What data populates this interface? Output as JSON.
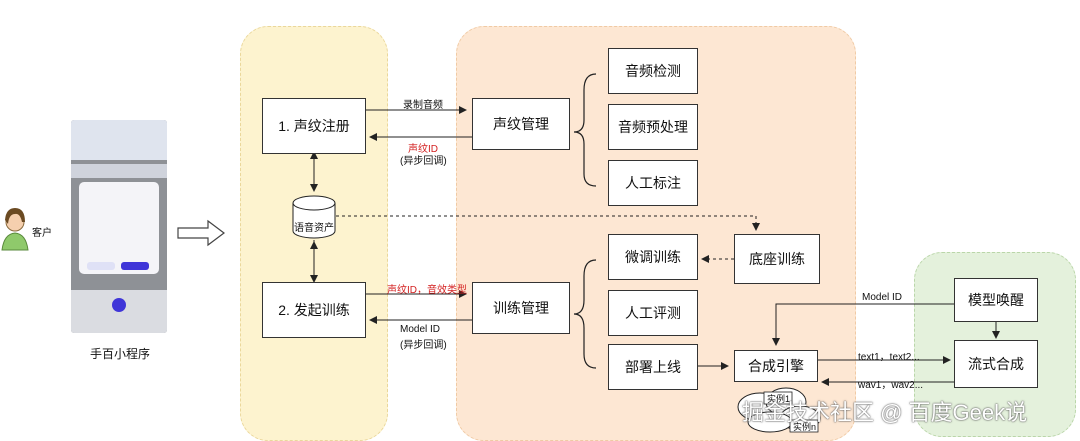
{
  "left": {
    "customer_label": "客户",
    "app_caption": "手百小程序"
  },
  "yellow": {
    "register": "1. 声纹注册",
    "db_label": "语音资产",
    "train": "2. 发起训练"
  },
  "orange": {
    "voice_mgmt": "声纹管理",
    "audio_detect": "音频检测",
    "audio_pre": "音频预处理",
    "manual_label": "人工标注",
    "train_mgmt": "训练管理",
    "finetune": "微调训练",
    "manual_eval": "人工评测",
    "deploy": "部署上线",
    "base_train": "底座训练",
    "synth_engine": "合成引擎",
    "instance1": "实例1",
    "instance_n": "实例n"
  },
  "green": {
    "wake": "模型唤醒",
    "stream": "流式合成"
  },
  "edges": {
    "record_audio": "录制音频",
    "voiceprint_id": "声纹ID",
    "async_callback": "(异步回调)",
    "voiceprint_effect": "声纹ID，音效类型",
    "model_id": "Model ID",
    "model_id_async": "(异步回调)",
    "model_id_top": "Model ID",
    "text_msg": "text1，text2...",
    "wav_msg": "wav1，wav2..."
  },
  "watermark": "掘金技术社区 @ 百度Geek说"
}
